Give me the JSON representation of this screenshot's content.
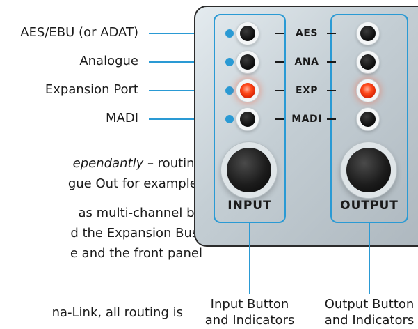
{
  "callouts": {
    "aes": "AES/EBU (or ADAT)",
    "ana": "Analogue",
    "exp": "Expansion Port",
    "madi": "MADI"
  },
  "body_text": {
    "line1_italic": "ependantly",
    "line1_rest": " – routing",
    "line2": "gue Out for example!",
    "line3": "as multi-channel bi-",
    "line4": "d the Expansion Bus.",
    "line5": "e and the front panel",
    "line6": "na-Link, all routing is"
  },
  "panel": {
    "signals": [
      "AES",
      "ANA",
      "EXP",
      "MADI"
    ],
    "input_label": "INPUT",
    "output_label": "OUTPUT",
    "input_leds_lit": [
      false,
      false,
      true,
      false
    ],
    "output_leds_lit": [
      false,
      false,
      true,
      false
    ]
  },
  "captions": {
    "input_line1": "Input Button",
    "input_line2": "and Indicators",
    "output_line1": "Output Button",
    "output_line2": "and Indicators"
  },
  "colors": {
    "callout_blue": "#2a9ad4",
    "led_lit": "#ff4a1c"
  }
}
